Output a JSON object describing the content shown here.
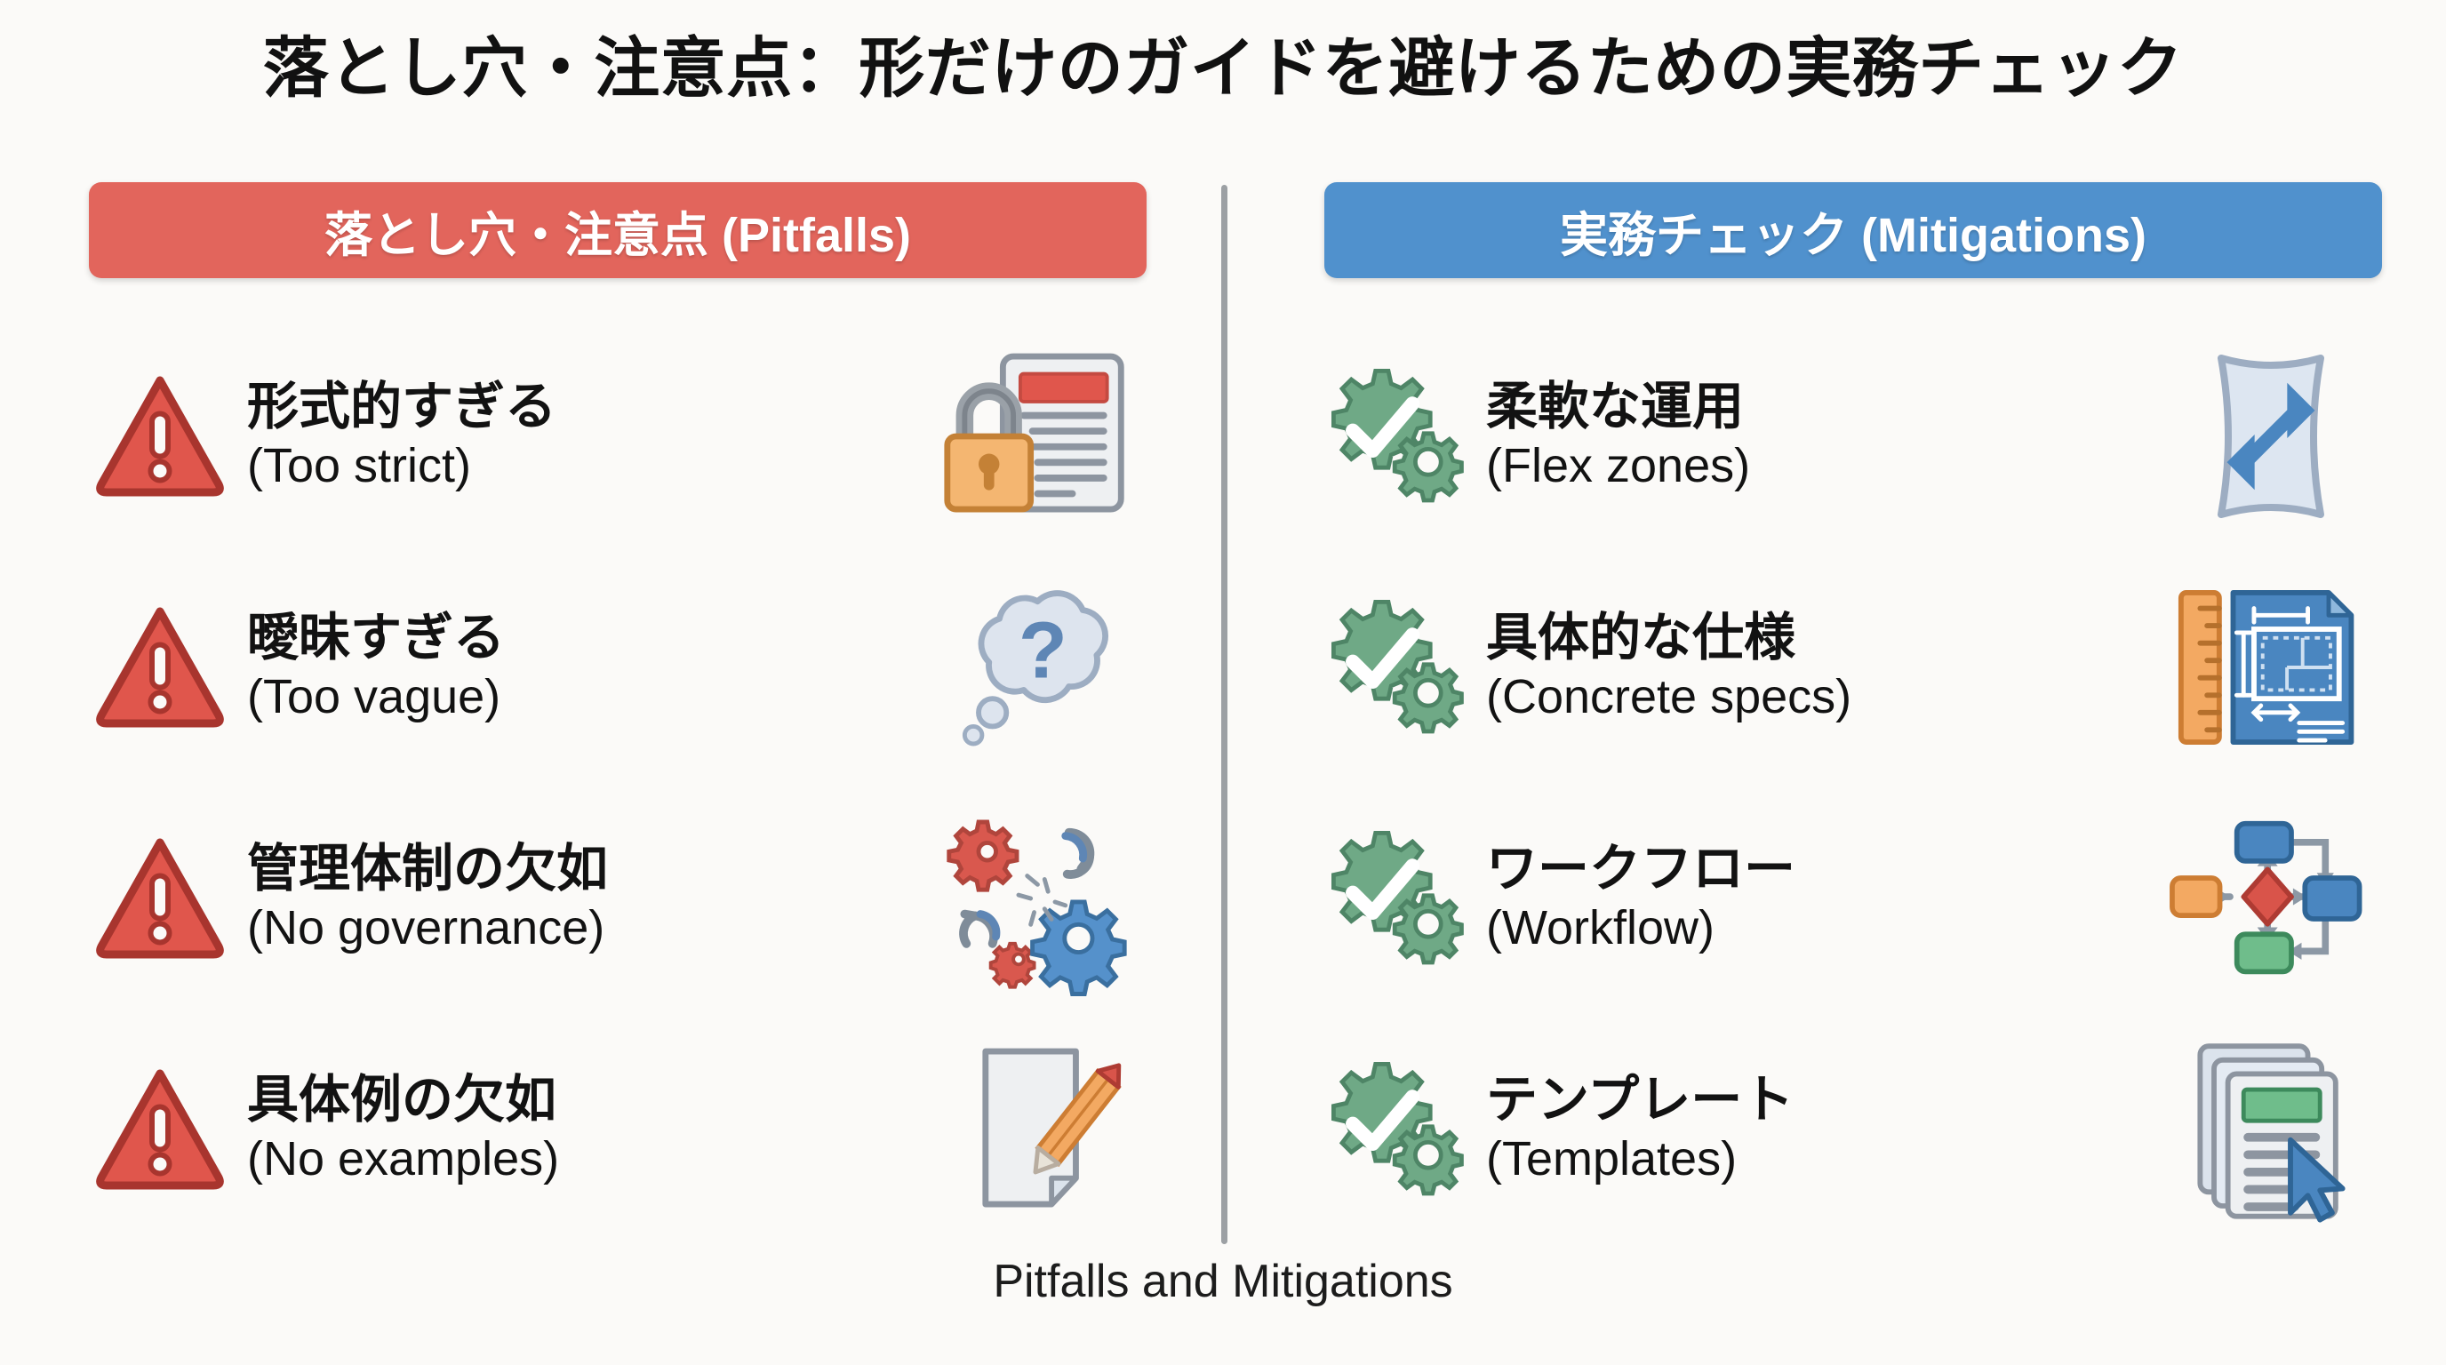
{
  "title": "落とし穴・注意点：形だけのガイドを避けるための実務チェック",
  "caption": "Pitfalls and Mitigations",
  "colors": {
    "pitfalls_header_bg": "#e2655c",
    "mitigations_header_bg": "#5091cd",
    "warning_red": "#e0564c",
    "check_green": "#62a579",
    "background": "#fbfaf8",
    "divider": "#9ca0a4",
    "text": "#121212"
  },
  "columns": {
    "pitfalls": {
      "header": "落とし穴・注意点 (Pitfalls)",
      "badge_icon": "warning-triangle-icon",
      "items": [
        {
          "title": "形式的すぎる",
          "subtitle": "(Too strict)",
          "art_icon": "locked-document-icon"
        },
        {
          "title": "曖昧すぎる",
          "subtitle": "(Too vague)",
          "art_icon": "thought-bubble-question-icon"
        },
        {
          "title": "管理体制の欠如",
          "subtitle": "(No governance)",
          "art_icon": "broken-chain-gears-icon"
        },
        {
          "title": "具体例の欠如",
          "subtitle": "(No examples)",
          "art_icon": "blank-page-pencil-icon"
        }
      ]
    },
    "mitigations": {
      "header": "実務チェック (Mitigations)",
      "badge_icon": "gear-check-icon",
      "items": [
        {
          "title": "柔軟な運用",
          "subtitle": "(Flex zones)",
          "art_icon": "flexible-stretch-arrows-icon"
        },
        {
          "title": "具体的な仕様",
          "subtitle": "(Concrete specs)",
          "art_icon": "ruler-blueprint-icon"
        },
        {
          "title": "ワークフロー",
          "subtitle": "(Workflow)",
          "art_icon": "flowchart-icon"
        },
        {
          "title": "テンプレート",
          "subtitle": "(Templates)",
          "art_icon": "document-stack-cursor-icon"
        }
      ]
    }
  }
}
